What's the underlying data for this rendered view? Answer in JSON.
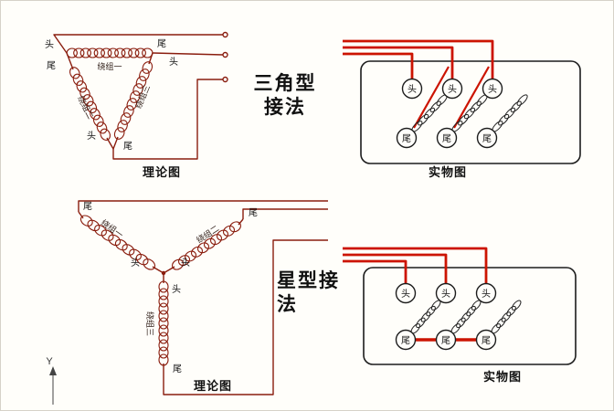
{
  "colors": {
    "theory_line": "#8a1d0e",
    "power_wire": "#cc1402",
    "coil_dark": "#222222",
    "box_outline": "#1c1c1c",
    "text": "#111111"
  },
  "terms": {
    "head": "头",
    "tail": "尾",
    "winding1": "绕组一",
    "winding2": "绕组二",
    "winding3": "绕组三",
    "theory_caption": "理论图",
    "practical_caption": "实物图"
  },
  "delta": {
    "title_line1": "三角型",
    "title_line2": "接法"
  },
  "star": {
    "title_line1": "星型接",
    "title_line2": "法"
  },
  "axis_label": "Y"
}
